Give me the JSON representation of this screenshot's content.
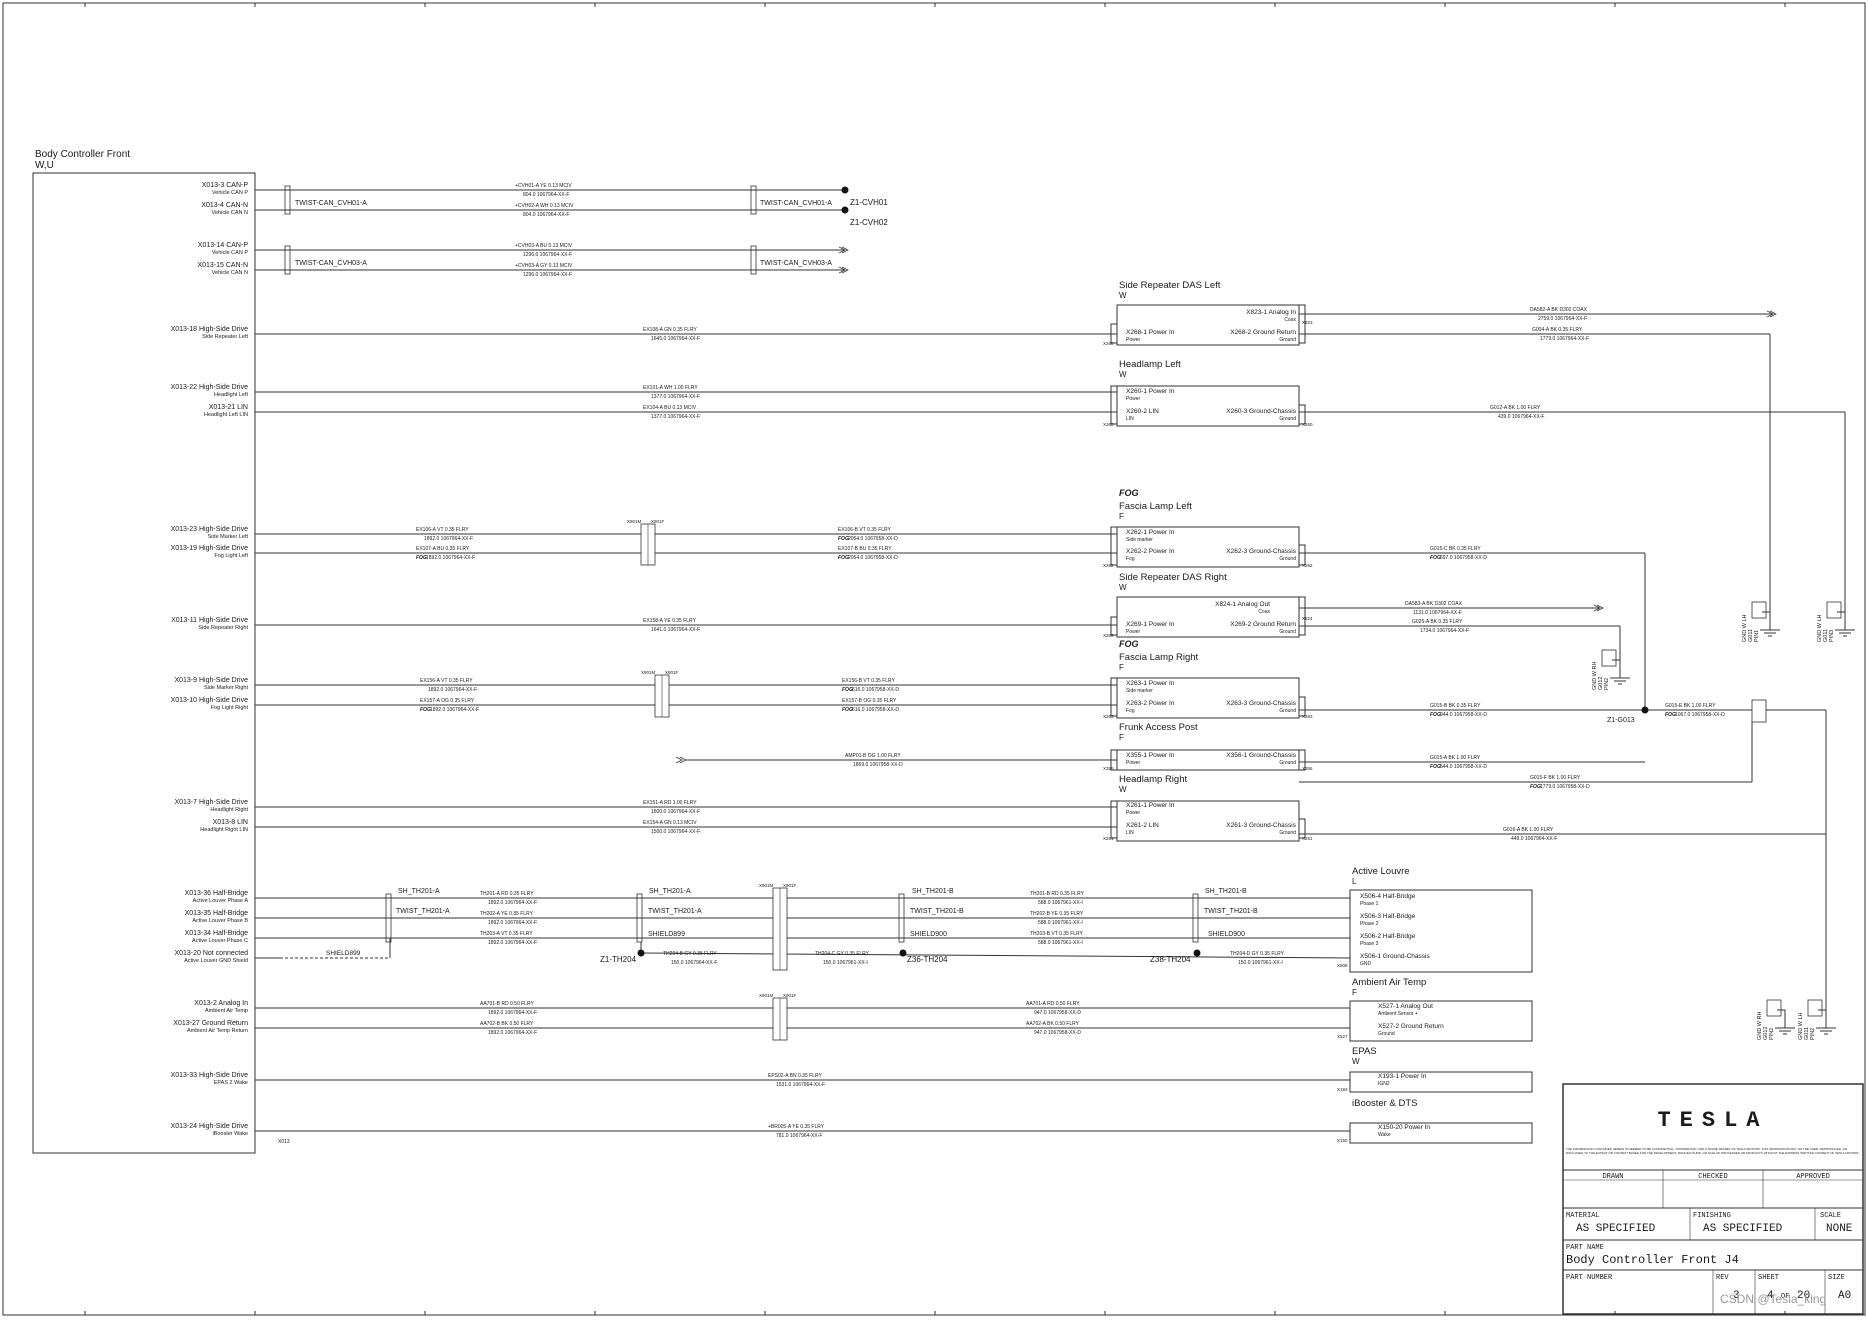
{
  "main_block": {
    "title": "Body Controller Front",
    "subtitle": "W,U",
    "bottom_tag": "X013",
    "pins": [
      {
        "pin": "X013-3 CAN-P",
        "desc": "Vehicle CAN P"
      },
      {
        "pin": "X013-4 CAN-N",
        "desc": "Vehicle CAN N"
      },
      {
        "pin": "X013-14 CAN-P",
        "desc": "Vehicle CAN P"
      },
      {
        "pin": "X013-15 CAN-N",
        "desc": "Vehicle CAN N"
      },
      {
        "pin": "X013-18 High-Side Drive",
        "desc": "Side Repeater Left"
      },
      {
        "pin": "X013-22 High-Side Drive",
        "desc": "Headlight Left"
      },
      {
        "pin": "X013-21 LIN",
        "desc": "Headlight Left LIN"
      },
      {
        "pin": "X013-23 High-Side Drive",
        "desc": "Side Marker Left"
      },
      {
        "pin": "X013-19 High-Side Drive",
        "desc": "Fog Light Left"
      },
      {
        "pin": "X013-11 High-Side Drive",
        "desc": "Side Repeater Right"
      },
      {
        "pin": "X013-9 High-Side Drive",
        "desc": "Side Marker Right"
      },
      {
        "pin": "X013-10 High-Side Drive",
        "desc": "Fog Light Right"
      },
      {
        "pin": "X013-7 High-Side Drive",
        "desc": "Headlight Right"
      },
      {
        "pin": "X013-8 LIN",
        "desc": "Headlight Right LIN"
      },
      {
        "pin": "X013-36 Half-Bridge",
        "desc": "Active Louver Phase A"
      },
      {
        "pin": "X013-35 Half-Bridge",
        "desc": "Active Louver Phase B"
      },
      {
        "pin": "X013-34 Half-Bridge",
        "desc": "Active Louver Phase C"
      },
      {
        "pin": "X013-20 Not connected",
        "desc": "Active Louver GND Shield"
      },
      {
        "pin": "X013-2 Analog In",
        "desc": "Ambient Air Temp"
      },
      {
        "pin": "X013-27 Ground Return",
        "desc": "Ambient Air Temp Return"
      },
      {
        "pin": "X013-33 High-Side Drive",
        "desc": "EPAS 2 Wake"
      },
      {
        "pin": "X013-24 High-Side Drive",
        "desc": "iBooster Wake"
      }
    ]
  },
  "twist_labels": {
    "cvh01": "TWIST-CAN_CVH01-A",
    "cvh03": "TWIST-CAN_CVH03-A",
    "th201": "TWIST_TH201-A",
    "th201b": "TWIST_TH201-B",
    "sh_a": "SH_TH201-A",
    "sh_b": "SH_TH201-B",
    "shield899": "SHIELD899",
    "shield900": "SHIELD900"
  },
  "splices": {
    "cvh01": "Z1-CVH01",
    "cvh02": "Z1-CVH02",
    "th204": "Z1-TH204",
    "z36": "Z36-TH204",
    "z38": "Z38-TH204",
    "g013": "Z1-G013"
  },
  "wires": [
    {
      "name": "+CVH01-A   YE   0.13   MCIV",
      "len": "804.0      1067964-XX-F"
    },
    {
      "name": "+CVH02-A   WH   0.13   MCIV",
      "len": "804.0      1067964-XX-F"
    },
    {
      "name": "+CVH03-A   BU   0.13   MCIV",
      "len": "1296.0   1067964-XX-F"
    },
    {
      "name": "+CVH03-A   GY   0.13   MCIV",
      "len": "1296.0   1067964-XX-F"
    },
    {
      "name": "EX108-A   GN   0.35   FLRY",
      "len": "1645.0      1067964-XX-F"
    },
    {
      "name": "EX101-A   WH   1.00   FLRY",
      "len": "1377.0      1067964-XX-F"
    },
    {
      "name": "EX104-A   BU   0.13   MCIV",
      "len": "1377.0      1067964-XX-F"
    },
    {
      "name": "EX106-A   VT   0.35   FLRY",
      "len": "1892.0      1067964-XX-F"
    },
    {
      "name": "EX107-A   BU   0.35   FLRY",
      "len": "1892.0      1067964-XX-F"
    },
    {
      "name": "EX106-B   VT   0.35   FLRY",
      "len": "2054.0   1067958-XX-D"
    },
    {
      "name": "EX107-B   BU   0.35   FLRY",
      "len": "2054.0   1067958-XX-D"
    },
    {
      "name": "EX158-A   YE   0.35   FLRY",
      "len": "1641.0      1067964-XX-F"
    },
    {
      "name": "EX156-A   VT   0.35   FLRY",
      "len": "1892.0      1067964-XX-F"
    },
    {
      "name": "EX157-A   OG   0.35   FLRY",
      "len": "1892.0      1067964-XX-F"
    },
    {
      "name": "EX156-B   VT   0.35   FLRY",
      "len": "616.0   1067958-XX-D"
    },
    {
      "name": "EX157-B   OG   0.35   FLRY",
      "len": "616.0   1067958-XX-D"
    },
    {
      "name": "AMP01-B   OG   1.00   FLRY",
      "len": "1869.0   1067958-XX-D"
    },
    {
      "name": "EX151-A   RD   1.00   FLRY",
      "len": "1500.0      1067964-XX-F"
    },
    {
      "name": "EX154-A   GN   0.13   MCIV",
      "len": "1500.0      1067964-XX-F"
    },
    {
      "name": "TH201-A   RD   0.35   FLRY",
      "len": "1892.0   1067964-XX-F"
    },
    {
      "name": "TH202-A   YE   0.35   FLRY",
      "len": "1892.0   1067964-XX-F"
    },
    {
      "name": "TH203-A   VT   0.35   FLRY",
      "len": "1892.0   1067964-XX-F"
    },
    {
      "name": "TH201-B   RD   0.35   FLRY",
      "len": "588.0   1067961-XX-I"
    },
    {
      "name": "TH202-B   YE   0.35   FLRY",
      "len": "588.0   1067961-XX-I"
    },
    {
      "name": "TH203-B   VT   0.35   FLRY",
      "len": "588.0   1067961-XX-I"
    },
    {
      "name": "TH204-B   GY   0.35   FLRY",
      "len": "150.0   1067964-XX-F"
    },
    {
      "name": "TH204-C   GY   0.35   FLRY",
      "len": "150.0   1067961-XX-I"
    },
    {
      "name": "TH204-D   GY   0.35   FLRY",
      "len": "150.0   1067961-XX-I"
    },
    {
      "name": "AA701-B   RD   0.50   FLRY",
      "len": "1892.0   1067964-XX-F"
    },
    {
      "name": "AA702-B   BK   0.50   FLRY",
      "len": "1892.0   1067964-XX-F"
    },
    {
      "name": "AA701-A   RD   0.50   FLRY",
      "len": "947.0   1067958-XX-D"
    },
    {
      "name": "AA702-A   BK   0.50   FLRY",
      "len": "947.0   1067958-XX-D"
    },
    {
      "name": "EPS02-A   BN   0.35   FLRY",
      "len": "1531.0   1067964-XX-F"
    },
    {
      "name": "+BR005-A   YE   0.35   FLRY",
      "len": "781.0   1067964-XX-F"
    },
    {
      "name": "DA582-A   BK   D302   COAX",
      "len": "2759.0   1067964-XX-F"
    },
    {
      "name": "G004-A   BK   0.35   FLRY",
      "len": "1779.0   1067964-XX-F"
    },
    {
      "name": "G012-A   BK   1.00   FLRY",
      "len": "439.0   1067964-XX-F"
    },
    {
      "name": "G015-C   BK   0.35   FLRY",
      "len": "597.0   1067958-XX-D"
    },
    {
      "name": "DA583-A   BK   D302   COAX",
      "len": "1131.0   1067964-XX-F"
    },
    {
      "name": "G025-A   BK   0.35   FLRY",
      "len": "1734.0   1067964-XX-F"
    },
    {
      "name": "G015-B   BK   0.35   FLRY",
      "len": "944.0   1067958-XX-D"
    },
    {
      "name": "G015-E   BK   1.00   FLRY",
      "len": "1067.0   1067958-XX-D"
    },
    {
      "name": "G015-A   BK   1.00   FLRY",
      "len": "544.0   1067958-XX-D"
    },
    {
      "name": "G015-F   BK   1.00   FLRY",
      "len": "1779.0   1067958-XX-D"
    },
    {
      "name": "G016-A   BK   1.00   FLRY",
      "len": "449.0   1067964-XX-F"
    }
  ],
  "fog_tag": "FOG",
  "inline_connectors": {
    "male": "X901M",
    "female": "X901F"
  },
  "components": [
    {
      "title": "Side Repeater DAS Left",
      "sub": "W",
      "pins": [
        [
          "X823-1 Analog In",
          "Coax"
        ],
        [
          "X268-1 Power In",
          "Power"
        ],
        [
          "X268-2 Ground Return",
          "Ground"
        ]
      ],
      "conn": "X268",
      "conn2": "X823"
    },
    {
      "title": "Headlamp Left",
      "sub": "W",
      "pins": [
        [
          "X260-1 Power In",
          "Power"
        ],
        [
          "X260-2 LIN",
          "LIN"
        ],
        [
          "X260-3 Ground-Chassis",
          "Ground"
        ]
      ],
      "conn": "X260"
    },
    {
      "title": "Fascia Lamp Left",
      "sub": "F",
      "pins": [
        [
          "X262-1 Power In",
          "Side marker"
        ],
        [
          "X262-2 Power In",
          "Fog"
        ],
        [
          "X262-3 Ground-Chassis",
          "Ground"
        ]
      ],
      "conn": "X262"
    },
    {
      "title": "Side Repeater DAS Right",
      "sub": "W",
      "pins": [
        [
          "X824-1 Analog Out",
          "Coax"
        ],
        [
          "X269-1 Power In",
          "Power"
        ],
        [
          "X269-2 Ground Return",
          "Ground"
        ]
      ],
      "conn": "X269",
      "conn2": "X824"
    },
    {
      "title": "Fascia Lamp Right",
      "sub": "F",
      "pins": [
        [
          "X263-1 Power In",
          "Side marker"
        ],
        [
          "X263-2 Power In",
          "Fog"
        ],
        [
          "X263-3 Ground-Chassis",
          "Ground"
        ]
      ],
      "conn": "X263"
    },
    {
      "title": "Frunk Access Post",
      "sub": "F",
      "pins": [
        [
          "X355-1 Power In",
          "Power"
        ],
        [
          "X356-1 Ground-Chassis",
          "Ground"
        ]
      ],
      "conn": "X355",
      "conn2": "X356"
    },
    {
      "title": "Headlamp Right",
      "sub": "W",
      "pins": [
        [
          "X261-1 Power In",
          "Power"
        ],
        [
          "X261-2 LIN",
          "LIN"
        ],
        [
          "X261-3 Ground-Chassis",
          "Ground"
        ]
      ],
      "conn": "X261"
    },
    {
      "title": "Active Louvre",
      "sub": "L",
      "pins": [
        [
          "X506-4 Half-Bridge",
          "Phase 1"
        ],
        [
          "X506-3 Half-Bridge",
          "Phase 2"
        ],
        [
          "X506-2 Half-Bridge",
          "Phase 3"
        ],
        [
          "X506-1 Ground-Chassis",
          "GND"
        ]
      ],
      "conn": "X506"
    },
    {
      "title": "Ambient Air Temp",
      "sub": "F",
      "pins": [
        [
          "X527-1 Analog Out",
          "Ambient Sensor +"
        ],
        [
          "X527-2 Ground Return",
          "Ground"
        ]
      ],
      "conn": "X527"
    },
    {
      "title": "EPAS",
      "sub": "W",
      "pins": [
        [
          "X193-1 Power In",
          "IGN2"
        ]
      ],
      "conn": "X193"
    },
    {
      "title": "iBooster & DTS",
      "sub": "",
      "pins": [
        [
          "X150-20 Power In",
          "Wake"
        ]
      ],
      "conn": "X150"
    }
  ],
  "grounds": [
    {
      "line1": "GND W LH",
      "line2": "G011",
      "line3": "PIN1"
    },
    {
      "line1": "GND W LH",
      "line2": "G011",
      "line3": "PIN3"
    },
    {
      "line1": "GND W RH",
      "line2": "G012",
      "line3": "PIN2"
    },
    {
      "line1": "GND W RH",
      "line2": "G012",
      "line3": "PIN2"
    },
    {
      "line1": "GND W LH",
      "line2": "G011",
      "line3": "PIN2"
    }
  ],
  "title_block": {
    "logo": "TESLA",
    "disclaimer": "THE INFORMATION CONTAINED HEREIN IS DEEMED TO BE CONFIDENTIAL, PROPRIETARY, AND A TRADE SECRET OF TESLA MOTORS. THIS INFORMATION MAY NOT BE USED, REPRODUCED, OR DISCLOSED TO THE EXTENT OR CONTEXT BASED FOR THE DEVELOPMENT, MANUFACTURE, OR SALE OF PROCESSES OR PRODUCTS WITHOUT THE EXPRESS WRITTEN CONSENT OF TESLA MOTORS.",
    "drawn": "DRAWN",
    "checked": "CHECKED",
    "approved": "APPROVED",
    "material_label": "MATERIAL",
    "material": "AS SPECIFIED",
    "finishing_label": "FINISHING",
    "finishing": "AS SPECIFIED",
    "scale_label": "SCALE",
    "scale": "NONE",
    "part_name_label": "PART NAME",
    "part_name": "Body Controller Front J4",
    "part_number_label": "PART NUMBER",
    "rev_label": "REV",
    "rev": "3",
    "sheet_label": "SHEET",
    "sheet": "4",
    "sheet_of": "OF",
    "sheet_total": "20",
    "size_label": "SIZE",
    "size": "A0"
  },
  "watermark": "CSDN @Tesla_king"
}
